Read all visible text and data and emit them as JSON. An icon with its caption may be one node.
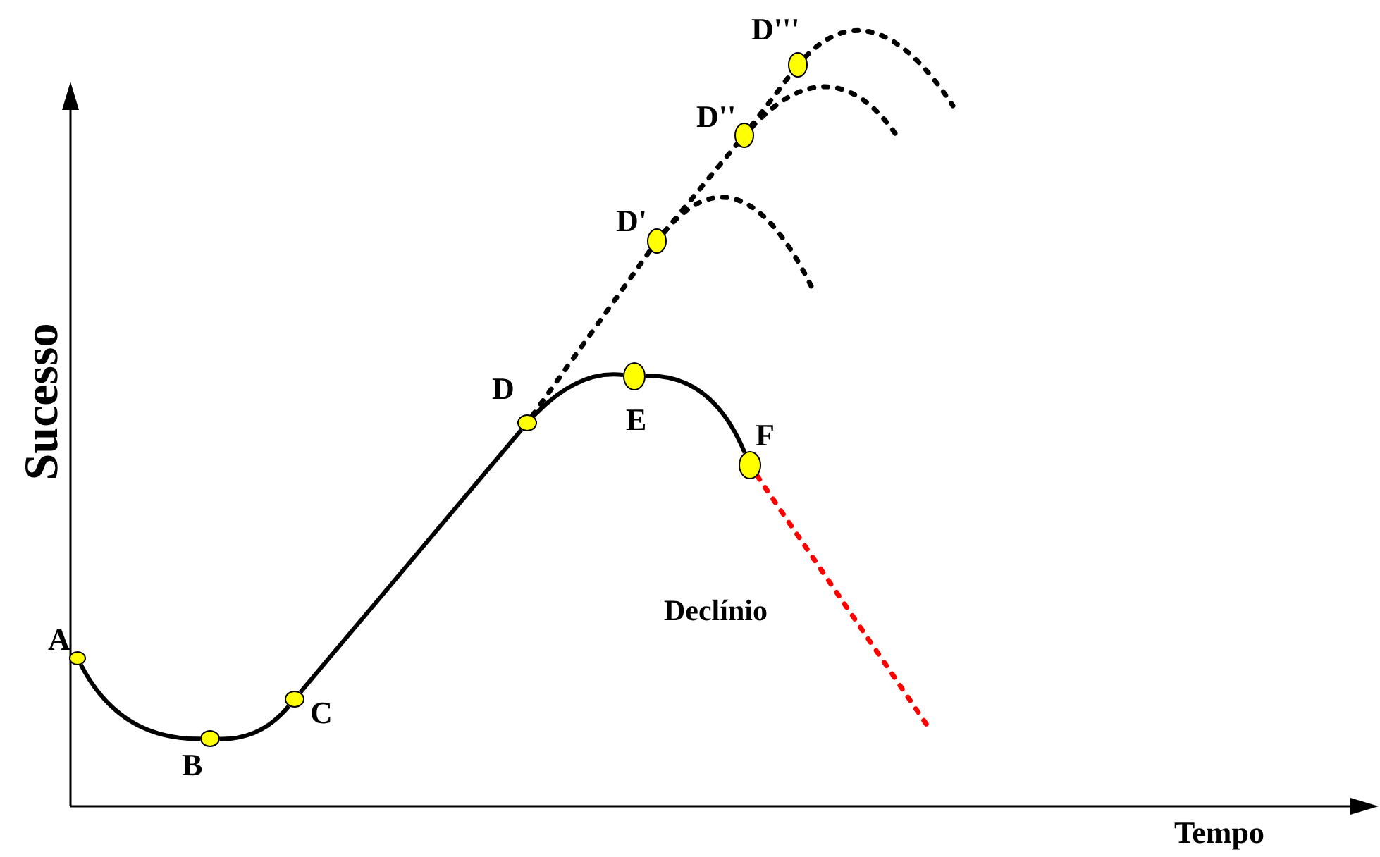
{
  "diagram": {
    "nodes": [
      {
        "text": [
          "A"
        ]
      },
      {
        "text": [
          "B"
        ]
      },
      {
        "text": [
          "C"
        ]
      },
      {
        "text": [
          "D"
        ]
      },
      {
        "text": [
          "E"
        ]
      },
      {
        "text": [
          "F"
        ]
      },
      {
        "text": [
          "D'"
        ]
      },
      {
        "text": [
          "D''"
        ]
      },
      {
        "text": [
          "D'''"
        ]
      }
    ],
    "edges": [
      {
        "from": 0,
        "to": 1,
        "arrow": "none"
      },
      {
        "from": 1,
        "to": 2,
        "arrow": "none"
      },
      {
        "from": 2,
        "to": 3,
        "arrow": "none"
      },
      {
        "from": 3,
        "to": 4,
        "arrow": "none"
      },
      {
        "from": 4,
        "to": 5,
        "arrow": "none"
      },
      {
        "from": 5,
        "to": null,
        "arrow": "none",
        "style": "dashed",
        "color": "#ff0000"
      },
      {
        "from": 3,
        "to": 6,
        "arrow": "none",
        "style": "dashed"
      },
      {
        "from": 6,
        "to": 7,
        "arrow": "none",
        "style": "dashed"
      },
      {
        "from": 7,
        "to": 8,
        "arrow": "none",
        "style": "dashed"
      },
      {
        "from": 6,
        "to": null,
        "arrow": "none",
        "style": "dashed"
      },
      {
        "from": 7,
        "to": null,
        "arrow": "none",
        "style": "dashed"
      },
      {
        "from": 8,
        "to": null,
        "arrow": "none",
        "style": "dashed"
      }
    ],
    "labels": [
      "Sucesso",
      "Declínio",
      "Tempo"
    ]
  }
}
